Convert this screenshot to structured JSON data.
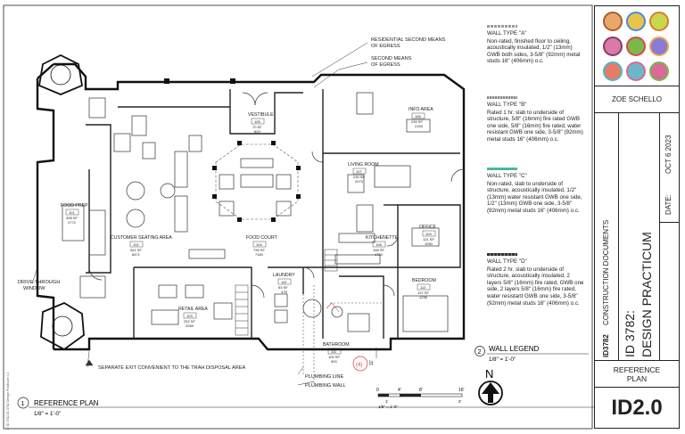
{
  "titleblock": {
    "designer": "ZOE SCHELLO",
    "date_label": "DATE:",
    "date_value": "OCT 6 2023",
    "course_line1": "ID 3782:",
    "course_line2": "DESIGN PRACTICUM",
    "doc_type": "CONSTRUCTION DOCUMENTS",
    "doc_prefix": "ID3782",
    "sheet_title_line1": "REFERENCE",
    "sheet_title_line2": "PLAN",
    "sheet_number": "ID2.0",
    "swatch_colors": [
      "#e8a86a",
      "#d9b84a",
      "#c8d84a",
      "#d97aa8",
      "#7ab84a",
      "#8a7ad9",
      "#e87a6a",
      "#6ab8c8",
      "#d96a9a"
    ]
  },
  "wall_types": [
    {
      "label": "WALL TYPE \"A\"",
      "color": "#9a9a9a",
      "text": "Non-rated, finished floor to ceiling, acoustically insulated, 1/2\" (13mm) GWB both sides, 3-5/8\" (92mm) metal studs 16\" (406mm) o.c."
    },
    {
      "label": "WALL TYPE \"B\"",
      "color": "#8a8a8a",
      "text": "Rated 1 hr. slab to underside of structure, 5/8\" (16mm) fire rated GWB one side, 5/8\" (16mm) fire rated, water resistant GWB one side, 3-5/8\" (92mm) metal studs 16\" (406mm) o.c."
    },
    {
      "label": "WALL TYPE \"C\"",
      "color": "#4ab8a0",
      "text": "Non-rated, slab to underside of structure, acoustically insulated, 1/2\" (13mm) water resistant GWB one side, 1/2\" (13mm) GWB one side, 3-5/8\" (92mm) metal studs 16\" (406mm) o.c."
    },
    {
      "label": "WALL TYPE \"D\"",
      "color": "#333333",
      "text": "Rated 2 hr. slab to underside of structure, acoustically insulated, 2 layers 5/8\" (16mm) fire rated, GWB one side, 2 layers 5/8\" (16mm) fire rated, water resistant GWB one side, 3-5/8\" (92mm) metal studs 16\" (406mm) o.c."
    }
  ],
  "drawing": {
    "rooms": [
      {
        "name": "VESTIBULE",
        "num": "105",
        "area": "70 SF",
        "area2": "629"
      },
      {
        "name": "INFO AREA",
        "num": "106",
        "area": "239 SF",
        "area2": "2153"
      },
      {
        "name": "LIVING ROOM",
        "num": "107",
        "area": "230 SF",
        "area2": "2073"
      },
      {
        "name": "FOOD PREP",
        "num": "101",
        "area": "308 SF",
        "area2": "2772"
      },
      {
        "name": "CUSTOMER SEATING AREA",
        "num": "102",
        "area": "941 SF",
        "area2": "8471"
      },
      {
        "name": "FOOD COURT",
        "num": "104",
        "area": "796 SF",
        "area2": "7160"
      },
      {
        "name": "KITCHENETTE",
        "num": "108",
        "area": "198 SF",
        "area2": "1784"
      },
      {
        "name": "OFFICE",
        "num": "109",
        "area": "121 SF",
        "area2": "1090"
      },
      {
        "name": "LAUNDRY",
        "num": "110",
        "area": "53 SF",
        "area2": "478"
      },
      {
        "name": "RETAIL AREA",
        "num": "103",
        "area": "252 SF",
        "area2": "2265"
      },
      {
        "name": "BEDROOM",
        "num": "112",
        "area": "137 SF",
        "area2": "1236"
      },
      {
        "name": "BATHROOM",
        "num": "111",
        "area": "100 SF",
        "area2": "900"
      }
    ],
    "callouts": {
      "residential_egress": "RESIDENTIAL SECOND MEANS OF EGRESS",
      "second_egress": "SECOND MEANS OF EGRESS",
      "drive_through": "DRIVE-THROUGH WINDOW",
      "separate_exit": "SEPARATE EXIT CONVENIENT TO THE TRAH DISPOSAL AREA",
      "plumbing_line": "PLUMBING LINE",
      "plumbing_wall": "PLUMBING WALL",
      "red_tag": "(4)"
    },
    "reference_plan": {
      "num": "1",
      "title": "REFERENCE PLAN",
      "scale": "1/8\" = 1'-0\""
    },
    "wall_legend": {
      "num": "2",
      "title": "WALL LEGEND",
      "scale": "1/8\" = 1'-0\""
    },
    "scale_bar": {
      "ticks": [
        "0",
        "4'",
        "8'",
        "16'"
      ],
      "sub_ticks": [
        "1'",
        "2'"
      ],
      "scale": "1/8\" = 1'-0\""
    },
    "north_label": "N",
    "dim_label": "11'",
    "copyright": "© ID 3782 ID 3782 Design Practicum I-4"
  }
}
